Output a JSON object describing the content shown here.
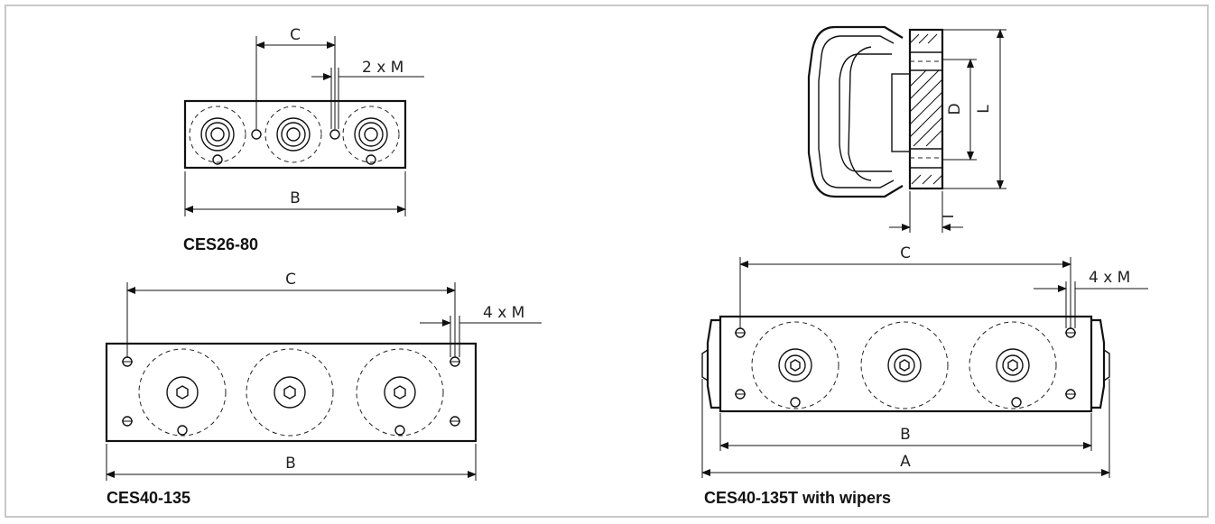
{
  "drawings": {
    "small": {
      "caption": "CES26-80",
      "dim_c": "C",
      "dim_b": "B",
      "dim_m": "2 x M"
    },
    "large": {
      "caption": "CES40-135",
      "dim_c": "C",
      "dim_b": "B",
      "dim_m": "4 x M"
    },
    "side": {
      "dim_l": "L",
      "dim_d": "D",
      "dim_i": "I"
    },
    "wiper": {
      "caption": "CES40-135T with wipers",
      "dim_c": "C",
      "dim_b": "B",
      "dim_a": "A",
      "dim_m": "4 x M"
    }
  },
  "colors": {
    "line": "#111111",
    "frame": "#c8c8c8"
  }
}
